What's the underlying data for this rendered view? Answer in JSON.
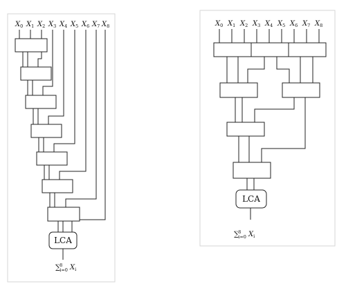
{
  "left_diagram": {
    "inputs": [
      "X",
      "X",
      "X",
      "X",
      "X",
      "X",
      "X",
      "X",
      "X"
    ],
    "input_subscripts": [
      "0",
      "1",
      "2",
      "3",
      "4",
      "5",
      "6",
      "7",
      "8"
    ],
    "output_block_label": "LCA",
    "sum_symbol": "∑",
    "sum_lower": "i=0",
    "sum_upper": "8",
    "sum_term": "X",
    "sum_term_subscript": "i"
  },
  "right_diagram": {
    "inputs": [
      "X",
      "X",
      "X",
      "X",
      "X",
      "X",
      "X",
      "X",
      "X"
    ],
    "input_subscripts": [
      "0",
      "1",
      "2",
      "3",
      "4",
      "5",
      "6",
      "7",
      "8"
    ],
    "output_block_label": "LCA",
    "sum_symbol": "∑",
    "sum_lower": "i=0",
    "sum_upper": "8",
    "sum_term": "X",
    "sum_term_subscript": "i"
  },
  "colors": {
    "line": "#222222",
    "frame": "#d6d6d6",
    "background": "#ffffff"
  }
}
